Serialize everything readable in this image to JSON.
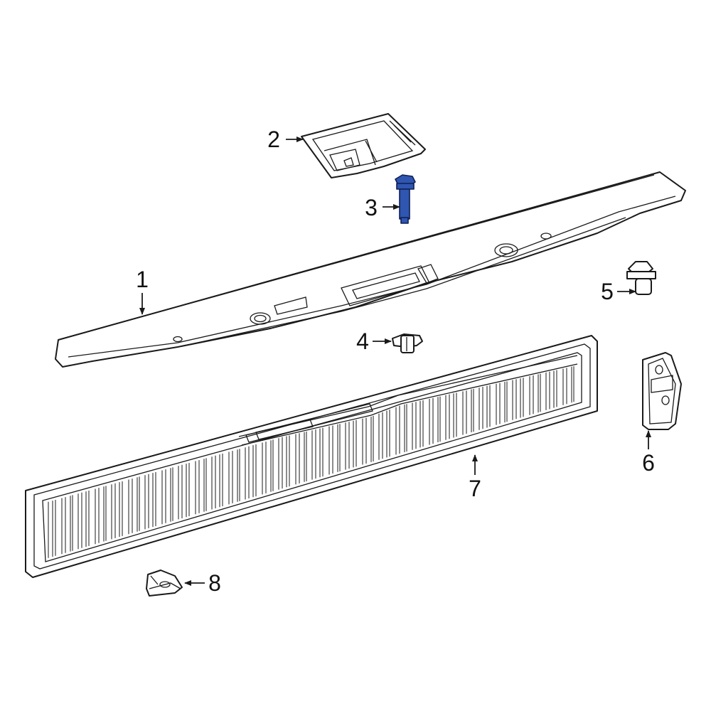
{
  "diagram": {
    "highlight_color": "#2f56b0",
    "callouts": [
      {
        "label": "1",
        "part": "molding"
      },
      {
        "label": "2",
        "part": "bracket"
      },
      {
        "label": "3",
        "part": "bolt",
        "highlighted": true
      },
      {
        "label": "4",
        "part": "clip"
      },
      {
        "label": "5",
        "part": "stud"
      },
      {
        "label": "6",
        "part": "bumper"
      },
      {
        "label": "7",
        "part": "panel"
      },
      {
        "label": "8",
        "part": "nut"
      }
    ]
  }
}
